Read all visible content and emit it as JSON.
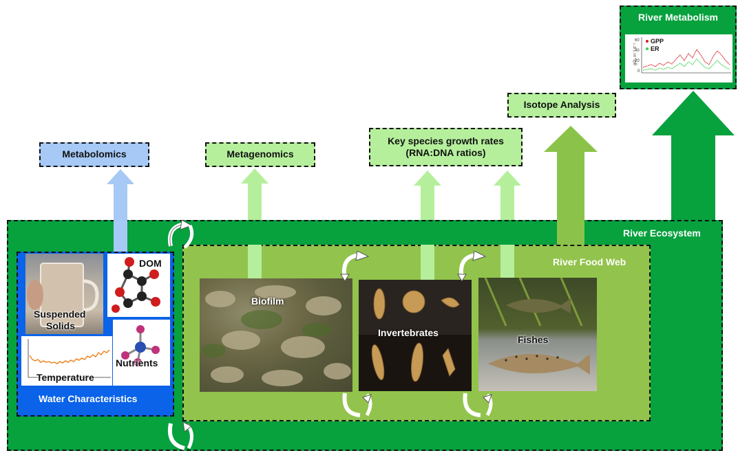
{
  "river_metabolism": {
    "title": "River Metabolism",
    "legend_gpp": "GPP",
    "legend_er": "ER",
    "axis_label": "gO₂ m⁻² d⁻¹",
    "ticks": [
      "60",
      "40",
      "20",
      "0"
    ]
  },
  "isotope_analysis": "Isotope Analysis",
  "key_species": {
    "line1": "Key species growth rates",
    "line2": "(RNA:DNA ratios)"
  },
  "metagenomics": "Metagenomics",
  "metabolomics": "Metabolomics",
  "river_ecosystem": "River Ecosystem",
  "river_food_web": "River Food Web",
  "water_characteristics": {
    "title": "Water Characteristics",
    "dom": "DOM",
    "suspended_solids_1": "Suspended",
    "suspended_solids_2": "Solids",
    "nutrients": "Nutrients",
    "temperature": "Temperature"
  },
  "biofilm": "Biofilm",
  "invertebrates": "Invertebrates",
  "fishes": "Fishes",
  "colors": {
    "ecosystem_green": "#07a13e",
    "food_web_green": "#92c34c",
    "light_green": "#b5ef9c",
    "metabolomics_blue": "#a6c9f5",
    "water_blue": "#0a63e8"
  }
}
